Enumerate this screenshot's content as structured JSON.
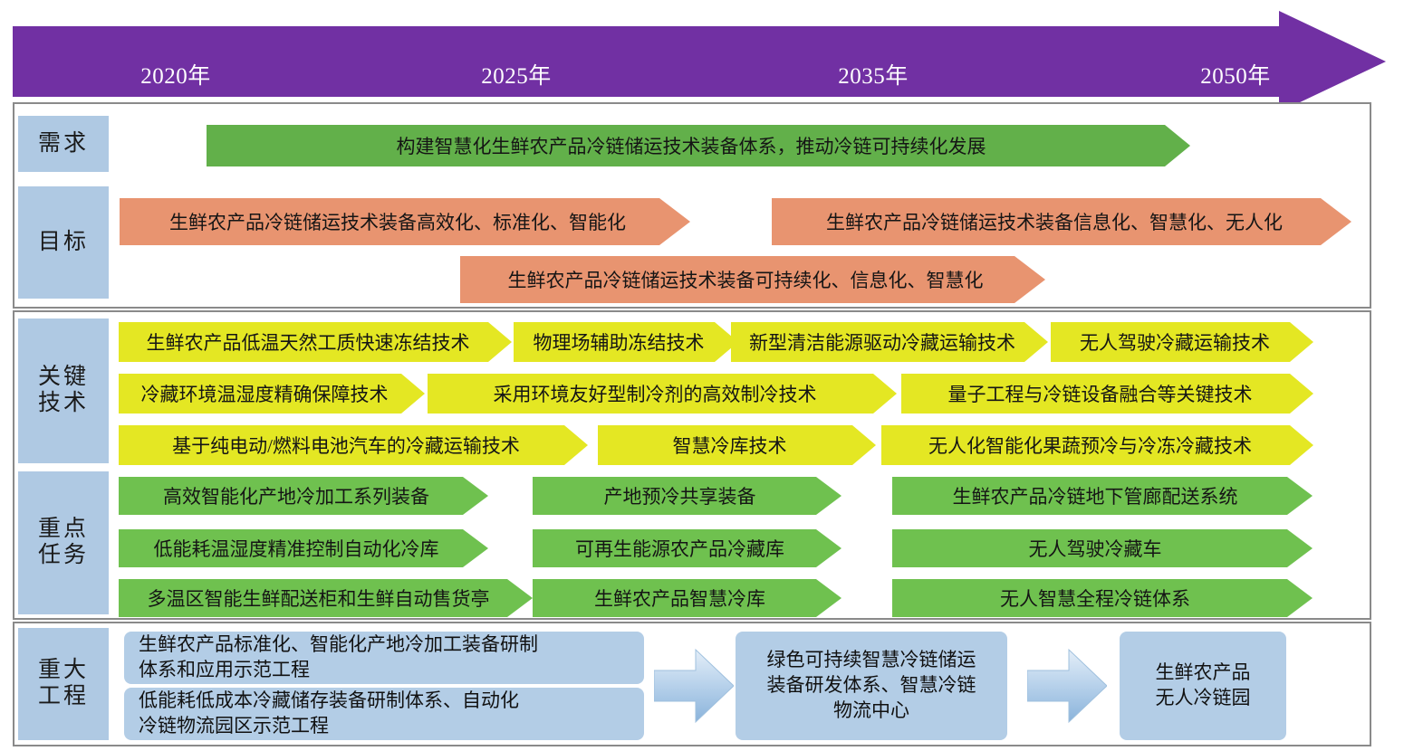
{
  "timeline": {
    "name": "roadmap-timeline",
    "years": [
      "2020年",
      "2025年",
      "2035年",
      "2050年"
    ],
    "color": "#7130A3"
  },
  "colors": {
    "label_blue": "#AFC9E3",
    "demand_green": "#62B04A",
    "goal_salmon": "#E89470",
    "tech_yellow": "#E4E723",
    "task_green": "#6FC14F",
    "project_blue": "#B3CDE6"
  },
  "rows": [
    {
      "label": "需求",
      "name": "row-demand",
      "items": [
        "构建智慧化生鲜农产品冷链储运技术装备体系，推动冷链可持续化发展"
      ]
    },
    {
      "label": "目标",
      "name": "row-goal",
      "items": [
        "生鲜农产品冷链储运技术装备高效化、标准化、智能化",
        "生鲜农产品冷链储运技术装备信息化、智慧化、无人化",
        "生鲜农产品冷链储运技术装备可持续化、信息化、智慧化"
      ]
    },
    {
      "label_line1": "关键",
      "label_line2": "技术",
      "name": "row-key-technology",
      "items": [
        "生鲜农产品低温天然工质快速冻结技术",
        "物理场辅助冻结技术",
        "新型清洁能源驱动冷藏运输技术",
        "无人驾驶冷藏运输技术",
        "冷藏环境温湿度精确保障技术",
        "采用环境友好型制冷剂的高效制冷技术",
        "量子工程与冷链设备融合等关键技术",
        "基于纯电动/燃料电池汽车的冷藏运输技术",
        "智慧冷库技术",
        "无人化智能化果蔬预冷与冷冻冷藏技术"
      ]
    },
    {
      "label_line1": "重点",
      "label_line2": "任务",
      "name": "row-key-task",
      "items": [
        "高效智能化产地冷加工系列装备",
        "产地预冷共享装备",
        "生鲜农产品冷链地下管廊配送系统",
        "低能耗温湿度精准控制自动化冷库",
        "可再生能源农产品冷藏库",
        "无人驾驶冷藏车",
        "多温区智能生鲜配送柜和生鲜自动售货亭",
        "生鲜农产品智慧冷库",
        "无人智慧全程冷链体系"
      ]
    },
    {
      "label_line1": "重大",
      "label_line2": "工程",
      "name": "row-major-project",
      "items": [
        "生鲜农产品标准化、智能化产地冷加工装备研制\n体系和应用示范工程",
        "低能耗低成本冷藏储存装备研制体系、自动化\n冷链物流园区示范工程",
        "绿色可持续智慧冷链储运\n装备研发体系、智慧冷链\n物流中心",
        "生鲜农产品\n无人冷链园"
      ]
    }
  ]
}
